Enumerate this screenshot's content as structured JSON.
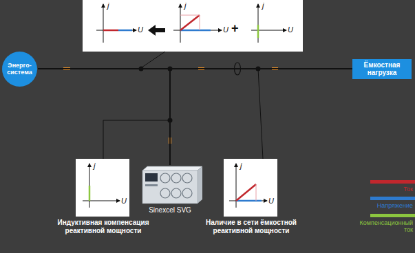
{
  "diagram": {
    "nodes": [
      {
        "text": [
          "Энерго- система"
        ]
      },
      {
        "text": [
          "Ёмкостная нагрузка"
        ]
      },
      {
        "text": [
          "Sinexcel SVG"
        ]
      },
      {
        "text": [
          "Индуктивная компенсация реактивной мощности"
        ]
      },
      {
        "text": [
          "Наличие в сети ёмкостной реактивной мощности"
        ]
      }
    ],
    "edges": [
      {
        "from": 0,
        "to": 1,
        "arrow": "none"
      },
      {
        "from": 0,
        "to": 2,
        "arrow": "none"
      }
    ],
    "labels": [
      "j",
      "U",
      "j",
      "U",
      "+",
      "j",
      "U",
      "j",
      "U",
      "j",
      "U"
    ],
    "legend": [
      {
        "text": "Ток",
        "color": "#c1272d"
      },
      {
        "text": "Напряжение",
        "color": "#2e7bcf"
      },
      {
        "text": "Компенсационный ток",
        "color": "#8cc63f"
      }
    ]
  }
}
